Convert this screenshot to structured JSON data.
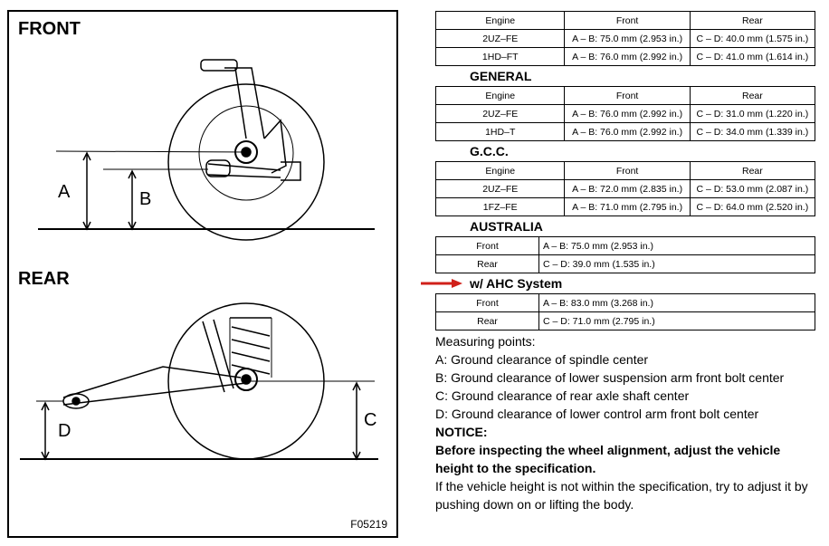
{
  "figure": {
    "front_label": "FRONT",
    "rear_label": "REAR",
    "label_a": "A",
    "label_b": "B",
    "label_c": "C",
    "label_d": "D",
    "code": "F05219"
  },
  "tables": [
    {
      "heading": "",
      "columns": [
        "Engine",
        "Front",
        "Rear"
      ],
      "rows": [
        [
          "2UZ–FE",
          "A – B: 75.0 mm (2.953 in.)",
          "C – D: 40.0 mm (1.575 in.)"
        ],
        [
          "1HD–FT",
          "A – B: 76.0 mm (2.992 in.)",
          "C – D: 41.0 mm (1.614 in.)"
        ]
      ]
    },
    {
      "heading": "GENERAL",
      "columns": [
        "Engine",
        "Front",
        "Rear"
      ],
      "rows": [
        [
          "2UZ–FE",
          "A – B: 76.0 mm (2.992 in.)",
          "C – D: 31.0 mm (1.220 in.)"
        ],
        [
          "1HD–T",
          "A – B: 76.0 mm (2.992 in.)",
          "C – D: 34.0 mm (1.339 in.)"
        ]
      ]
    },
    {
      "heading": "G.C.C.",
      "columns": [
        "Engine",
        "Front",
        "Rear"
      ],
      "rows": [
        [
          "2UZ–FE",
          "A – B: 72.0 mm (2.835 in.)",
          "C – D: 53.0 mm (2.087 in.)"
        ],
        [
          "1FZ–FE",
          "A – B: 71.0 mm (2.795 in.)",
          "C – D: 64.0 mm (2.520 in.)"
        ]
      ]
    }
  ],
  "australia": {
    "heading": "AUSTRALIA",
    "rows": [
      [
        "Front",
        "A – B: 75.0 mm (2.953 in.)"
      ],
      [
        "Rear",
        "C – D: 39.0 mm (1.535 in.)"
      ]
    ]
  },
  "ahc": {
    "heading": "w/ AHC System",
    "arrow_color": "#d0201a",
    "rows": [
      [
        "Front",
        "A – B: 83.0 mm (3.268 in.)"
      ],
      [
        "Rear",
        "C – D: 71.0 mm (2.795 in.)"
      ]
    ]
  },
  "notes": {
    "measuring_title": "Measuring points:",
    "points": [
      "A: Ground clearance of spindle center",
      "B: Ground clearance of lower suspension arm front bolt center",
      "C: Ground clearance of rear axle shaft center",
      "D: Ground clearance of lower control arm front bolt center"
    ],
    "notice_title": "NOTICE:",
    "notice_bold": "Before inspecting the wheel alignment, adjust the vehicle height to the specification.",
    "notice_text": "If the vehicle height is not within the specification, try to adjust it by pushing down on or lifting the body."
  }
}
